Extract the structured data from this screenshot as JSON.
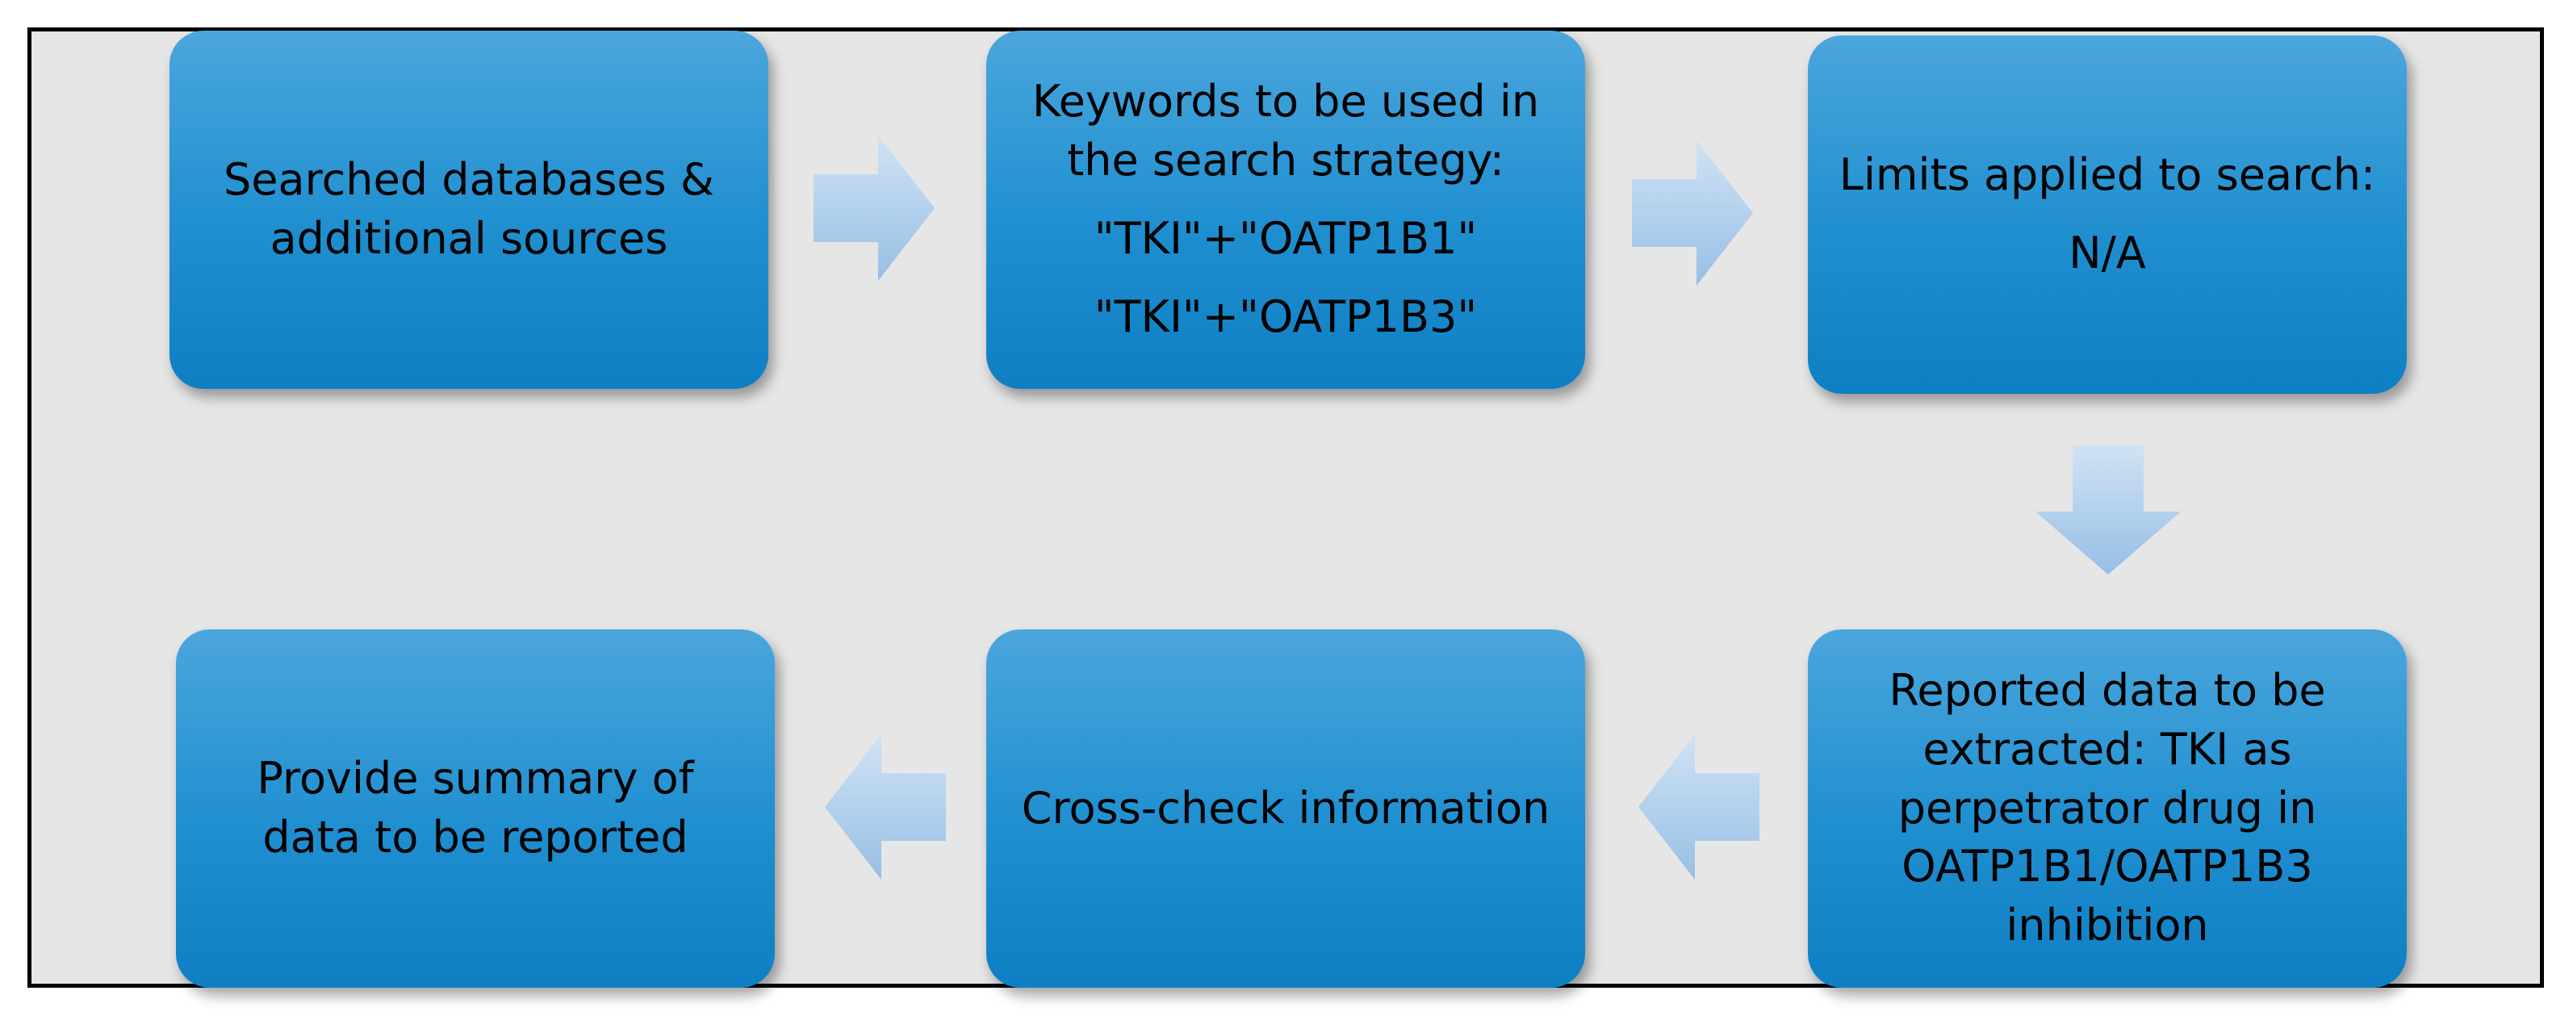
{
  "flowchart": {
    "steps": [
      {
        "id": "step-1",
        "lines": [
          "Searched databases &",
          "additional sources"
        ]
      },
      {
        "id": "step-2",
        "lines": [
          "Keywords to be used in",
          "the search strategy:",
          "\"TKI\"+\"OATP1B1\"",
          "\"TKI\"+\"OATP1B3\""
        ]
      },
      {
        "id": "step-3",
        "lines": [
          "Limits applied to search:",
          "N/A"
        ]
      },
      {
        "id": "step-4",
        "lines": [
          "Reported data to be",
          "extracted: TKI as",
          "perpetrator drug in",
          "OATP1B1/OATP1B3",
          "inhibition"
        ]
      },
      {
        "id": "step-5",
        "lines": [
          "Cross-check information"
        ]
      },
      {
        "id": "step-6",
        "lines": [
          "Provide summary of",
          "data to be reported"
        ]
      }
    ],
    "colors": {
      "box_top": "#4ba6dc",
      "box_bottom": "#0f7fc4",
      "arrow_light": "#c9dff2",
      "arrow_dark": "#9cc2e6",
      "background": "#e6e6e6",
      "border": "#000000"
    }
  }
}
